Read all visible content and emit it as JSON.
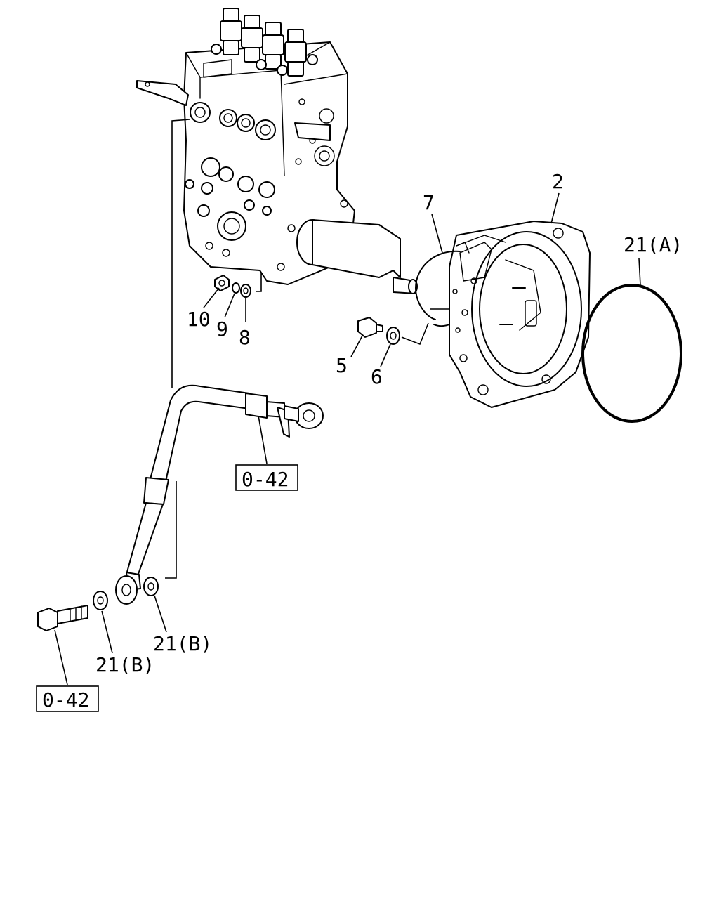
{
  "callouts": {
    "c2": "2",
    "c7": "7",
    "c21a": "21(A)",
    "c10": "10",
    "c9": "9",
    "c8": "8",
    "c5": "5",
    "c6": "6",
    "c21b_right": "21(B)",
    "c21b_left": "21(B)"
  },
  "references": {
    "ref_hose": "0-42",
    "ref_bolt": "0-42"
  }
}
